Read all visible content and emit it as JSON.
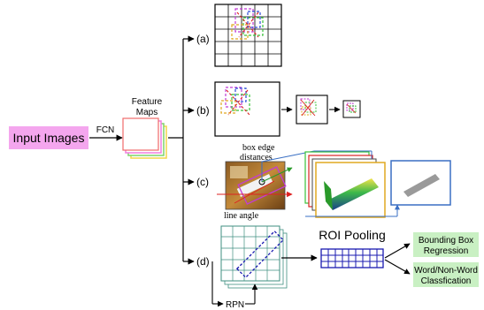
{
  "input_label": "Input Images",
  "fcn_label": "FCN",
  "feature_maps_label": [
    "Feature",
    "Maps"
  ],
  "branches": {
    "a": "(a)",
    "b": "(b)",
    "c": "(c)",
    "d": "(d)"
  },
  "box_edge_label": [
    "box edge",
    "distances"
  ],
  "line_angle_label": "line angle",
  "roi_pooling_label": "ROI Pooling",
  "rpn_label": "RPN",
  "outputs": {
    "bbox": [
      "Bounding Box",
      "Regression"
    ],
    "word": [
      "Word/Non-Word",
      "Classfication"
    ]
  },
  "colors": {
    "input_fill": "#f4a6ee",
    "output_fill": "#c9f0c3",
    "roi_grid": "#1a1ab0",
    "teal_grid": "#3f8f80",
    "arrow": "#000000"
  }
}
